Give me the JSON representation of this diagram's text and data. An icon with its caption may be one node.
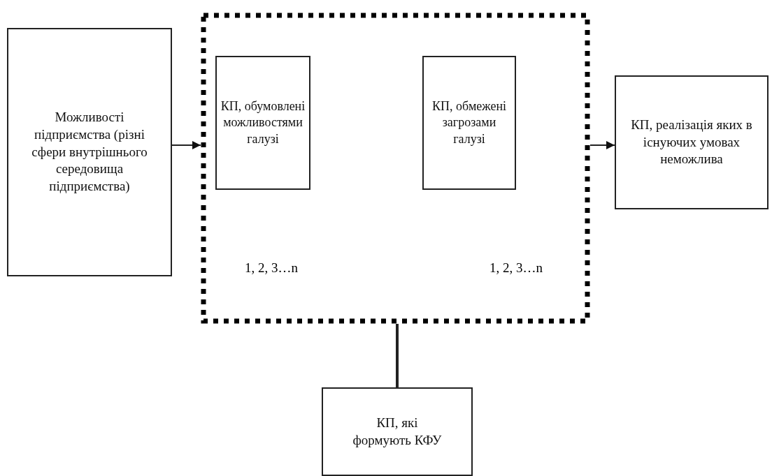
{
  "diagram": {
    "nodes": [
      {
        "text": [
          "Можливості підприємства (різні сфери внутрішнього середовища підприємства)"
        ]
      },
      {
        "text": [],
        "shape": "box"
      },
      {
        "text": [
          "КП, обумовлені можливостями галузі"
        ],
        "in": 1
      },
      {
        "text": [
          "КП, обмежені загрозами галузі"
        ],
        "in": 1
      },
      {
        "text": [
          "КП, реалізація яких в існуючих умовах неможлива"
        ]
      },
      {
        "text": [
          "КП, які формують КФУ"
        ]
      }
    ],
    "edges": [
      {
        "from": 0,
        "to": 1,
        "arrow": "to"
      },
      {
        "from": 1,
        "to": 4,
        "arrow": "to"
      },
      {
        "from": 1,
        "to": 5,
        "arrow": "none",
        "style": "thick"
      }
    ],
    "labels": [
      "1, 2, 3…n",
      "1, 2, 3…n"
    ]
  }
}
